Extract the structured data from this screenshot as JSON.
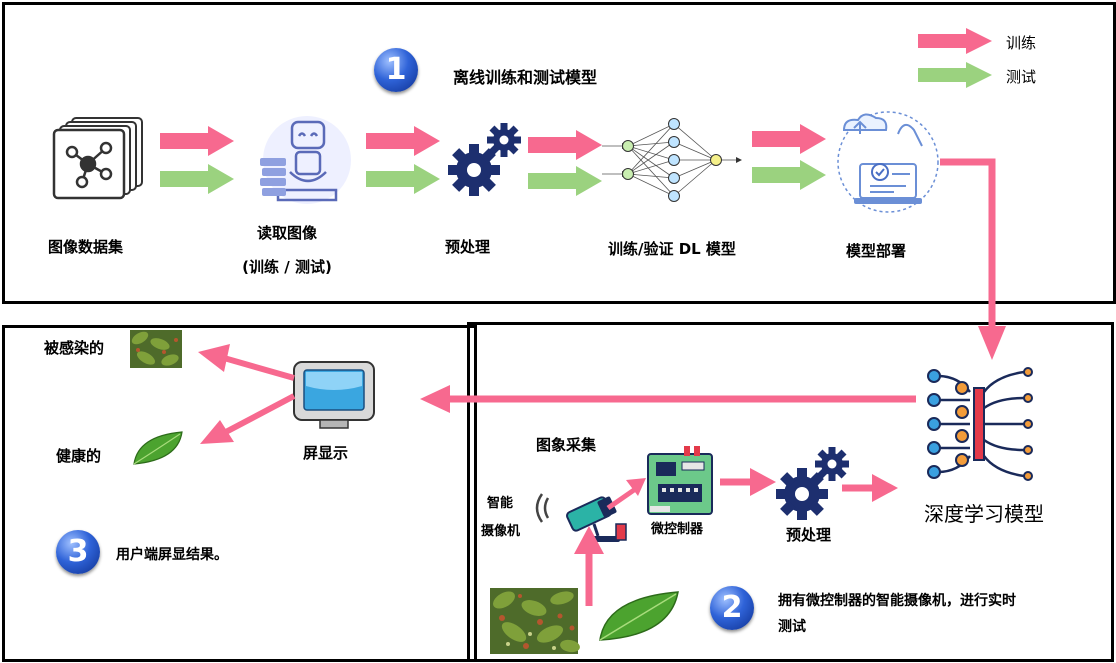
{
  "legend": {
    "train": "训练",
    "test": "测试"
  },
  "colors": {
    "train": "#f7698f",
    "test": "#9bd27f",
    "gear": "#1d2f6f",
    "badge": "#2f63d8"
  },
  "stage1": {
    "number": "1",
    "title": "离线训练和测试模型",
    "dataset": "图像数据集",
    "read_line1": "读取图像",
    "read_line2": "(训练 / 测试)",
    "preprocess": "预处理",
    "train_validate": "训练/验证 DL 模型",
    "deploy": "模型部署"
  },
  "stage2": {
    "number": "2",
    "capture": "图象采集",
    "camera_line1": "智能",
    "camera_line2": "摄像机",
    "microcontroller": "微控制器",
    "preprocess": "预处理",
    "model": "深度学习模型",
    "desc_line1": "拥有微控制器的智能摄像机，进行实时",
    "desc_line2": "测试"
  },
  "stage3": {
    "number": "3",
    "infected": "被感染的",
    "healthy": "健康的",
    "display": "屏显示",
    "desc": "用户端屏显结果。"
  },
  "icons": [
    "dataset-stack-icon",
    "robot-reading-icon",
    "gears-icon",
    "neural-network-icon",
    "cloud-deploy-icon",
    "monitor-icon",
    "deep-learning-icon",
    "camera-icon",
    "microcontroller-icon",
    "leaf-icon",
    "infected-leaf-photo"
  ]
}
